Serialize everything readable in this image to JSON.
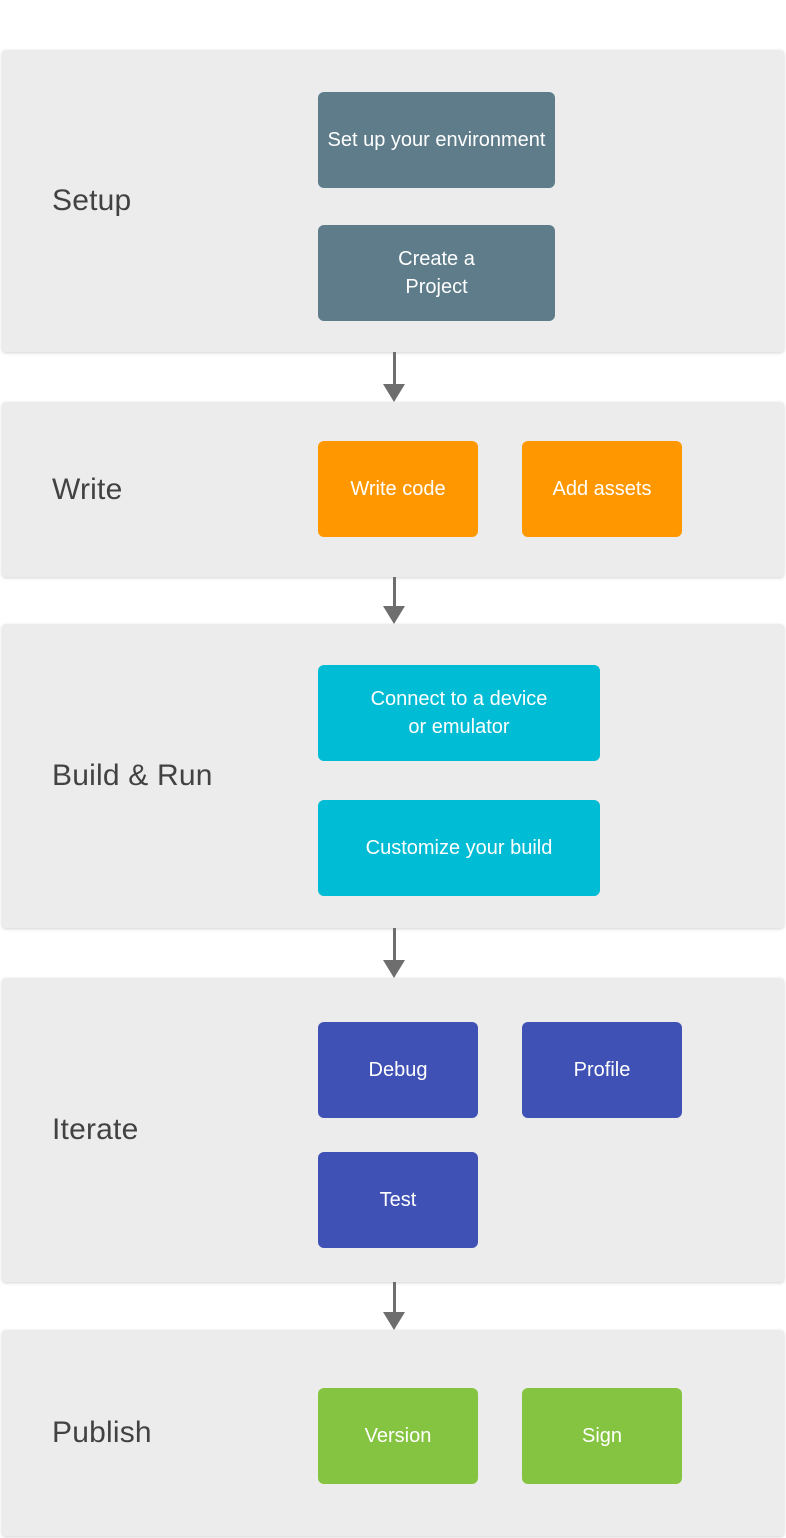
{
  "colors": {
    "page_bg": "#FFFFFF",
    "band_bg": "#ECECEC",
    "label_text": "#424242",
    "button_text": "#FFFFFF",
    "arrow": "#6E6E6E"
  },
  "sections": [
    {
      "label": "Setup",
      "button_color": "#5F7C8A",
      "buttons": [
        {
          "label": "Set up your environment"
        },
        {
          "label": "Create a Project"
        }
      ]
    },
    {
      "label": "Write",
      "button_color": "#FF9800",
      "buttons": [
        {
          "label": "Write code"
        },
        {
          "label": "Add assets"
        }
      ]
    },
    {
      "label": "Build & Run",
      "button_color": "#00BCD4",
      "buttons": [
        {
          "label": "Connect to a device or emulator"
        },
        {
          "label": "Customize your build"
        }
      ]
    },
    {
      "label": "Iterate",
      "button_color": "#3F51B5",
      "buttons": [
        {
          "label": "Debug"
        },
        {
          "label": "Profile"
        },
        {
          "label": "Test"
        }
      ]
    },
    {
      "label": "Publish",
      "button_color": "#85C440",
      "buttons": [
        {
          "label": "Version"
        },
        {
          "label": "Sign"
        }
      ]
    }
  ]
}
